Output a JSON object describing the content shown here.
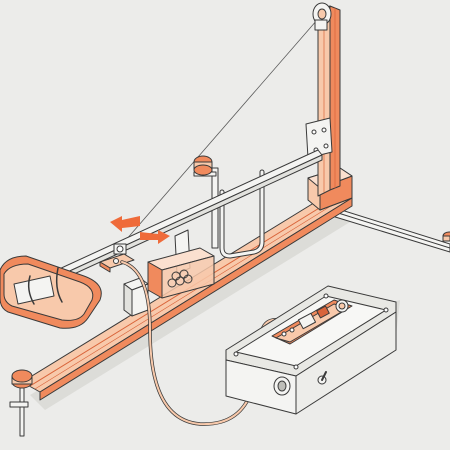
{
  "palette": {
    "background": "#ececea",
    "accent": "#f08a5d",
    "accent_light": "#f8c9ab",
    "accent_dark": "#d9643a",
    "outline": "#3a3a3a",
    "metal": "#f4f4f2",
    "shadow": "#d6d6d2"
  },
  "components": [
    {
      "id": "vertical-mast",
      "icon": "mast-icon"
    },
    {
      "id": "pulley-wheel",
      "icon": "pulley-icon"
    },
    {
      "id": "horizontal-beam",
      "icon": "beam-icon"
    },
    {
      "id": "motion-arrows",
      "icon": "double-arrow-icon"
    },
    {
      "id": "specimen-pad",
      "icon": "pad-icon"
    },
    {
      "id": "sensor-clip",
      "icon": "sensor-icon"
    },
    {
      "id": "honeycomb-holder",
      "icon": "honeycomb-icon"
    },
    {
      "id": "electronics-enclosure",
      "icon": "enclosure-icon"
    },
    {
      "id": "circuit-board",
      "icon": "pcb-icon"
    },
    {
      "id": "signal-cable",
      "icon": "cable-icon"
    },
    {
      "id": "leveling-foot",
      "icon": "foot-icon"
    }
  ]
}
